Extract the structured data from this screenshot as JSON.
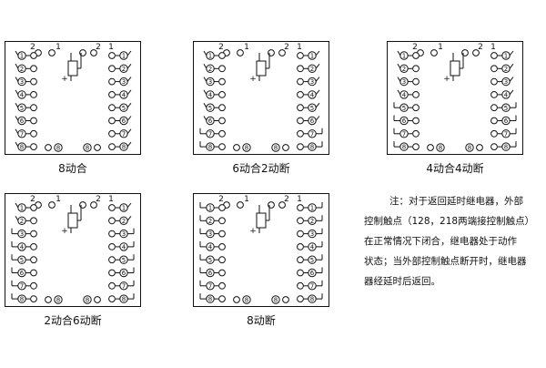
{
  "diagrams": [
    {
      "caption": "8动合",
      "pattern": [
        "no",
        "no",
        "no",
        "no",
        "no",
        "no",
        "no",
        "no"
      ],
      "pin8_plain": false
    },
    {
      "caption": "6动合2动断",
      "pattern": [
        "no",
        "no",
        "no",
        "no",
        "no",
        "no",
        "nc",
        "nc"
      ],
      "pin8_plain": true
    },
    {
      "caption": "4动合4动断",
      "pattern": [
        "no",
        "no",
        "no",
        "no",
        "nc",
        "nc",
        "nc",
        "nc"
      ],
      "pin8_plain": false
    },
    {
      "caption": "2动合6动断",
      "pattern": [
        "no",
        "no",
        "nc",
        "nc",
        "nc",
        "nc",
        "nc",
        "nc"
      ],
      "pin8_plain": false
    },
    {
      "caption": "8动断",
      "pattern": [
        "nc",
        "nc",
        "nc",
        "nc",
        "nc",
        "nc",
        "nc",
        "nc"
      ],
      "pin8_plain": false
    }
  ],
  "pins": {
    "rows": [
      "1",
      "2",
      "3",
      "4",
      "5",
      "6",
      "7",
      "8"
    ],
    "top_left": "2",
    "top_right": "1",
    "coil_plus": "+",
    "bottom": [
      "8",
      "8"
    ]
  },
  "note": [
    "注：对于返回延时继电器，外部",
    "控制触点（128，218两端接控制触点）",
    "在正常情况下闭合，继电器处于动作",
    "状态；当外部控制触点断开时，继电器",
    "器经延时后返回。"
  ],
  "colors": {
    "line": "#111111",
    "background": "#ffffff"
  }
}
